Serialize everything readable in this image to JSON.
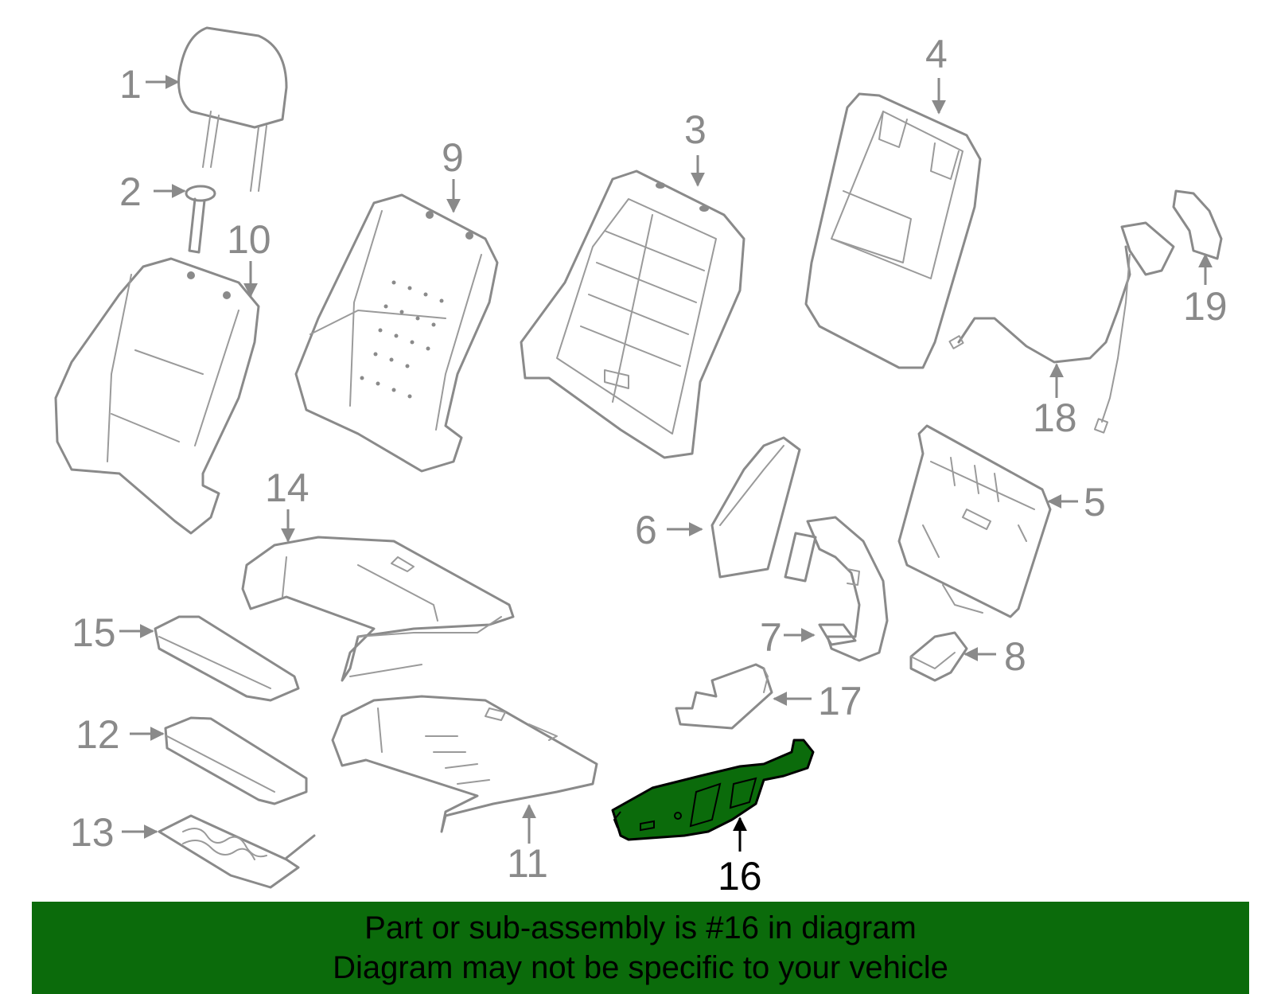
{
  "highlight": {
    "part": "16",
    "fill_color": "#0b6b0b"
  },
  "callouts": [
    {
      "id": "1",
      "label": "1"
    },
    {
      "id": "2",
      "label": "2"
    },
    {
      "id": "3",
      "label": "3"
    },
    {
      "id": "4",
      "label": "4"
    },
    {
      "id": "5",
      "label": "5"
    },
    {
      "id": "6",
      "label": "6"
    },
    {
      "id": "7",
      "label": "7"
    },
    {
      "id": "8",
      "label": "8"
    },
    {
      "id": "9",
      "label": "9"
    },
    {
      "id": "10",
      "label": "10"
    },
    {
      "id": "11",
      "label": "11"
    },
    {
      "id": "12",
      "label": "12"
    },
    {
      "id": "13",
      "label": "13"
    },
    {
      "id": "14",
      "label": "14"
    },
    {
      "id": "15",
      "label": "15"
    },
    {
      "id": "16",
      "label": "16"
    },
    {
      "id": "17",
      "label": "17"
    },
    {
      "id": "18",
      "label": "18"
    },
    {
      "id": "19",
      "label": "19"
    }
  ],
  "banner": {
    "line1": "Part or sub-assembly is #16 in diagram",
    "line2": "Diagram may not be specific to your vehicle",
    "background": "#0b6b0b"
  }
}
